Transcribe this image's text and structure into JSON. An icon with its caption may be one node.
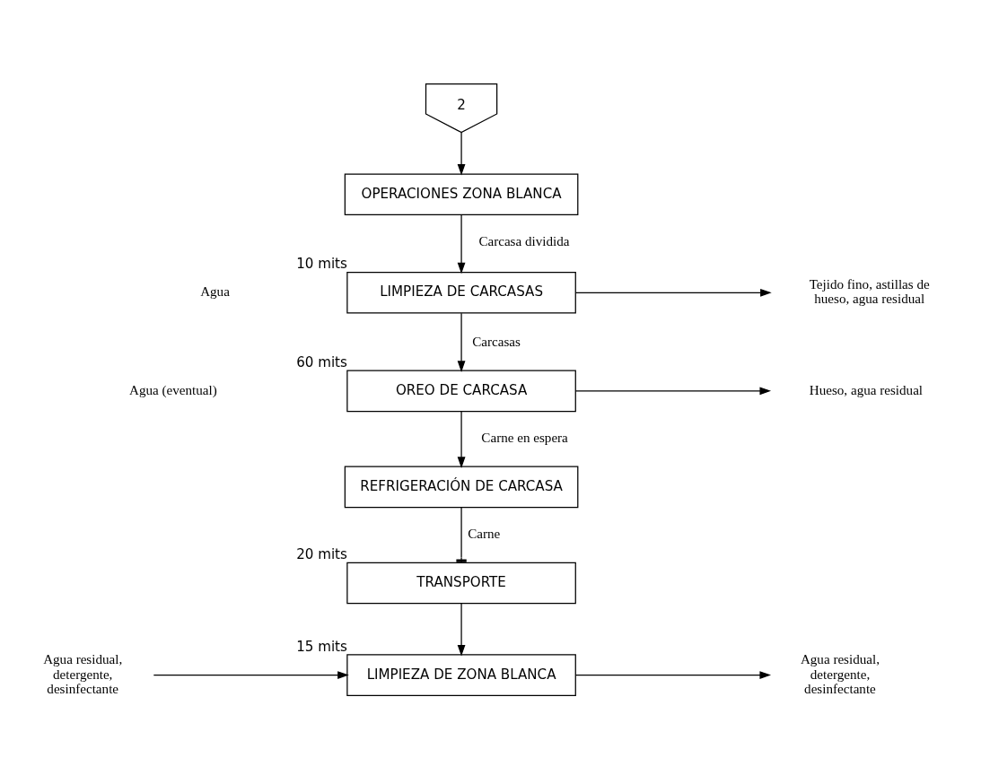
{
  "diagram": {
    "nodes": [
      {
        "text": [
          "2"
        ]
      },
      {
        "text": [
          "OPERACIONES ZONA BLANCA"
        ]
      },
      {
        "text": [
          "LIMPIEZA DE CARCASAS"
        ],
        "beside": [
          "10 mits"
        ]
      },
      {
        "text": [
          "OREO DE CARCASA"
        ],
        "beside": [
          "60 mits"
        ]
      },
      {
        "text": [
          "REFRIGERACIÓN DE CARCASA"
        ]
      },
      {
        "text": [
          "TRANSPORTE"
        ],
        "beside": [
          "20 mits"
        ]
      },
      {
        "text": [
          "LIMPIEZA DE ZONA BLANCA"
        ],
        "beside": [
          "15 mits"
        ]
      },
      {
        "text": [
          "Tejido fino, astillas de hueso, agua residual"
        ]
      },
      {
        "text": [
          "Hueso, agua residual"
        ]
      },
      {
        "text": [
          "Agua residual, detergente, desinfectante"
        ]
      },
      {
        "text": [
          "Agua residual, detergente, desinfectante"
        ]
      }
    ],
    "edges": [
      {
        "from": 0,
        "to": 1,
        "arrow": "to"
      },
      {
        "from": 1,
        "to": 2,
        "arrow": "to",
        "label": "Carcasa dividida"
      },
      {
        "from": 2,
        "to": 7,
        "arrow": "to"
      },
      {
        "from": 2,
        "to": 3,
        "arrow": "to",
        "label": "Carcasas"
      },
      {
        "from": 3,
        "to": 8,
        "arrow": "to"
      },
      {
        "from": 3,
        "to": 4,
        "arrow": "to",
        "label": "Carne en espera"
      },
      {
        "from": 4,
        "to": 5,
        "arrow": "other",
        "label": "Carne"
      },
      {
        "from": 5,
        "to": 6,
        "arrow": "to"
      },
      {
        "from": 9,
        "to": 6,
        "arrow": "to"
      },
      {
        "from": 6,
        "to": 10,
        "arrow": "to"
      }
    ],
    "labels": [
      "Agua",
      "Agua (eventual)"
    ]
  }
}
